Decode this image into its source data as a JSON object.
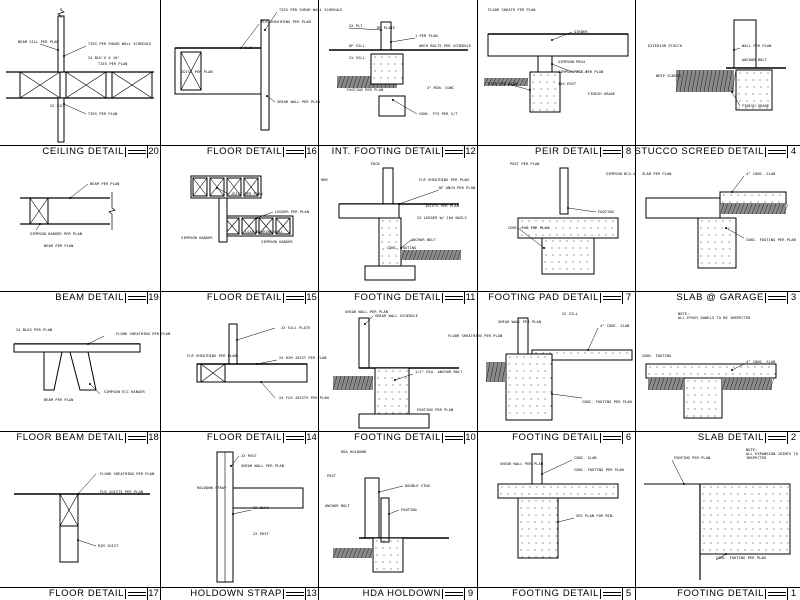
{
  "details": [
    {
      "title": "CEILING DETAIL",
      "number": "20"
    },
    {
      "title": "FLOOR DETAIL",
      "number": "16"
    },
    {
      "title": "INT. FOOTING DETAIL",
      "number": "12"
    },
    {
      "title": "PEIR DETAIL",
      "number": "8"
    },
    {
      "title": "STUCCO SCREED DETAIL",
      "number": "4"
    },
    {
      "title": "BEAM DETAIL",
      "number": "19"
    },
    {
      "title": "FLOOR DETAIL",
      "number": "15"
    },
    {
      "title": "FOOTING DETAIL",
      "number": "11"
    },
    {
      "title": "FOOTING PAD DETAIL",
      "number": "7"
    },
    {
      "title": "SLAB @ GARAGE",
      "number": "3"
    },
    {
      "title": "FLOOR BEAM DETAIL",
      "number": "18"
    },
    {
      "title": "FLOOR DETAIL",
      "number": "14"
    },
    {
      "title": "FOOTING DETAIL",
      "number": "10"
    },
    {
      "title": "FOOTING DETAIL",
      "number": "6"
    },
    {
      "title": "SLAB DETAIL",
      "number": "2"
    },
    {
      "title": "FLOOR DETAIL",
      "number": "17"
    },
    {
      "title": "HOLDOWN STRAP",
      "number": "13"
    },
    {
      "title": "HDA HOLDOWN",
      "number": "9"
    },
    {
      "title": "FOOTING DETAIL",
      "number": "5"
    },
    {
      "title": "FOOTING DETAIL",
      "number": "1"
    }
  ],
  "notes": {
    "d20": [
      "BEAM SILL PER PLAN",
      "TIES PER SHEAR WALL SCHEDULE",
      "2X BLK'G @ 16\"",
      "TIES PER PLAN",
      "2X SILL",
      "TIES PER PLAN"
    ],
    "d16": [
      "TIES PER SHEAR WALL SCHEDULE",
      "FLR SHEATHING PER PLAN",
      "S.B.",
      "JOIST PER PLAN",
      "SHEAR WALL PER PLAN"
    ],
    "d12": [
      "2X PLT",
      "DF SILL",
      "2X SILL",
      "1 PER PLAN",
      "ANCH BOLTS PER SCHEDULE",
      "FOOTING PER PLAN",
      "3\" MIN. CONC",
      "CONC. FTG PER S/T",
      "DF PLATE"
    ],
    "d8": [
      "FLOOR SHEATH PER PLAN",
      "GIRDER",
      "POST PER PLAN",
      "PIER PER PLAN",
      "FINISH GRADE",
      "4X4 POST",
      "SIMPSON PC4-4",
      "SIMPSON PB44"
    ],
    "d4": [
      "EXTERIOR STUCCO",
      "WALL PER PLAN",
      "ANCHOR BOLT",
      "WEEP SCREED",
      "FINISH GRADE"
    ],
    "d19": [
      "BEAM PER PLAN",
      "SIMPSON HANGER PER PLAN",
      "BEAM PER PLAN"
    ],
    "d15": [
      "JOIST PER PLAN",
      "LEDGER PER PLAN",
      "SIMPSON HANGER",
      "LOAD BEARING WALL",
      "SIMPSON HANGER"
    ],
    "d11": [
      "EDGE",
      "HDR",
      "FLR SHEATHING PER PLAN",
      "DF ANCH PER PLAN",
      "JOISTS PER PLAN",
      "2X LEDGER W/ 16d NAILS",
      "ANCHOR BOLT",
      "CONC. FOOTING"
    ],
    "d7": [
      "POST PER PLAN",
      "SIMPSON BC4-4",
      "FOOTING",
      "CONC. PAD PER PLAN"
    ],
    "d3": [
      "SLAB PER PLAN",
      "4\" CONC. SLAB",
      "CONC. FOOTING PER PLAN"
    ],
    "d18": [
      "2X BLKG PER PLAN",
      "FLOOR SHEATHING PER PLAN",
      "BEAM PER PLAN",
      "SIMPSON ECC HANGER"
    ],
    "d14": [
      "2X SILL PLATE",
      "FLR SHEATHING PER PLAN",
      "2X RIM JOIST PER PLAN",
      "2X FLR JOISTS PER PLAN"
    ],
    "d10": [
      "SHEAR WALL PER PLAN",
      "SHEAR WALL SCHEDULE",
      "FLOOR SHEATHING PER PLAN",
      "1/2\" DIA. ANCHOR BOLT",
      "FOOTING PER PLAN"
    ],
    "d6": [
      "SHEAR WALL PER PLAN",
      "2X SILL",
      "4\" CONC. SLAB",
      "CONC. FOOTING PER PLAN"
    ],
    "d2": [
      "NOTE:",
      "ALL EPOXY DOWELS TO BE INSPECTED",
      "CONC. FOOTING",
      "4\" CONC. SLAB"
    ],
    "d17": [
      "FLOOR SHEATHING PER PLAN",
      "FLR JOISTS PER PLAN",
      "RIM JOIST"
    ],
    "d13": [
      "2X POST",
      "SHEAR WALL PER PLAN",
      "HOLDOWN STRAP",
      "2X BLKG",
      "2X POST"
    ],
    "d9": [
      "HDA HOLDOWN",
      "POST",
      "ANCHOR BOLT",
      "DOUBLE STUD",
      "FOOTING"
    ],
    "d5": [
      "SHEAR WALL PER PLAN",
      "CONC. SLAB",
      "CONC. FOOTING PER PLAN",
      "SEE PLAN FOR MIN."
    ],
    "d1": [
      "NOTE:",
      "ALL EXPANSION JOINTS TO BE",
      "INSPECTED",
      "FOOTING PER PLAN",
      "CONC. FOOTING PER PLAN"
    ]
  }
}
